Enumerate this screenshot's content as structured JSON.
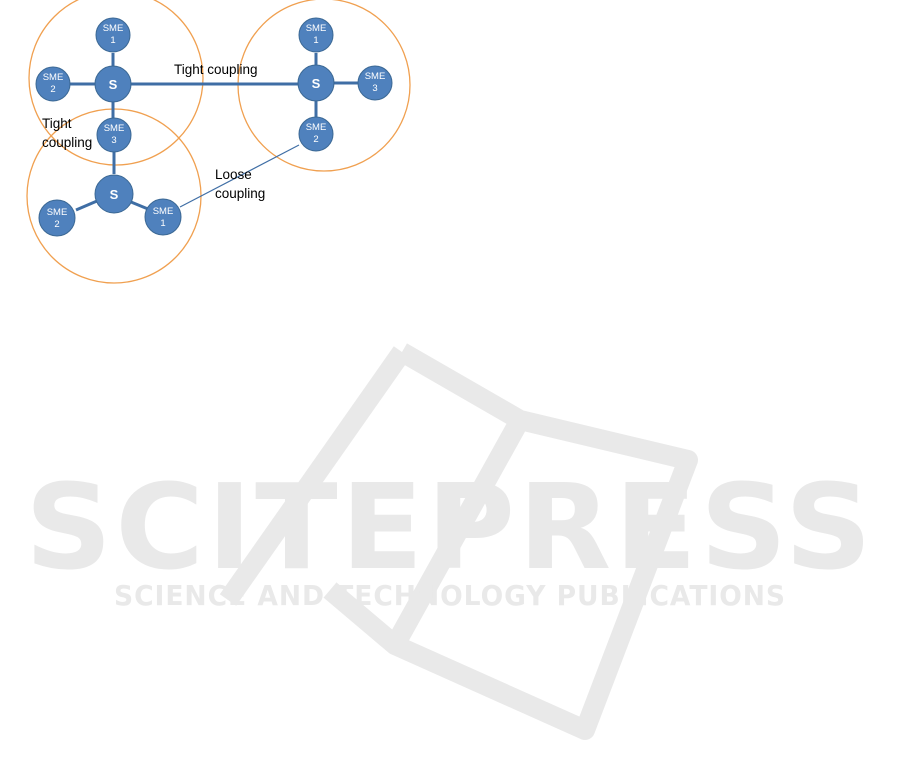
{
  "colors": {
    "node_fill": "#4f81bd",
    "node_stroke": "#3b6894",
    "link": "#3f6ea5",
    "group_circle": "#f0a050",
    "watermark": "#e9e9e9"
  },
  "clusters": [
    {
      "hub": "S",
      "members": [
        {
          "line1": "SME",
          "line2": "1"
        },
        {
          "line1": "SME",
          "line2": "2"
        },
        {
          "line1": "SME",
          "line2": "3"
        }
      ]
    },
    {
      "hub": "S",
      "members": [
        {
          "line1": "SME",
          "line2": "1"
        },
        {
          "line1": "SME",
          "line2": "3"
        },
        {
          "line1": "SME",
          "line2": "2"
        }
      ]
    },
    {
      "hub": "S",
      "members": [
        {
          "line1": "SME",
          "line2": "2"
        },
        {
          "line1": "SME",
          "line2": "1"
        }
      ]
    }
  ],
  "labels": {
    "tight_coupling_top": "Tight coupling",
    "tight_coupling_left_line1": "Tight",
    "tight_coupling_left_line2": "coupling",
    "loose_coupling_line1": "Loose",
    "loose_coupling_line2": "coupling"
  },
  "watermark": {
    "brand": "SCITEPRESS",
    "tagline": "SCIENCE AND TECHNOLOGY PUBLICATIONS",
    "icon": "open-book-icon"
  }
}
